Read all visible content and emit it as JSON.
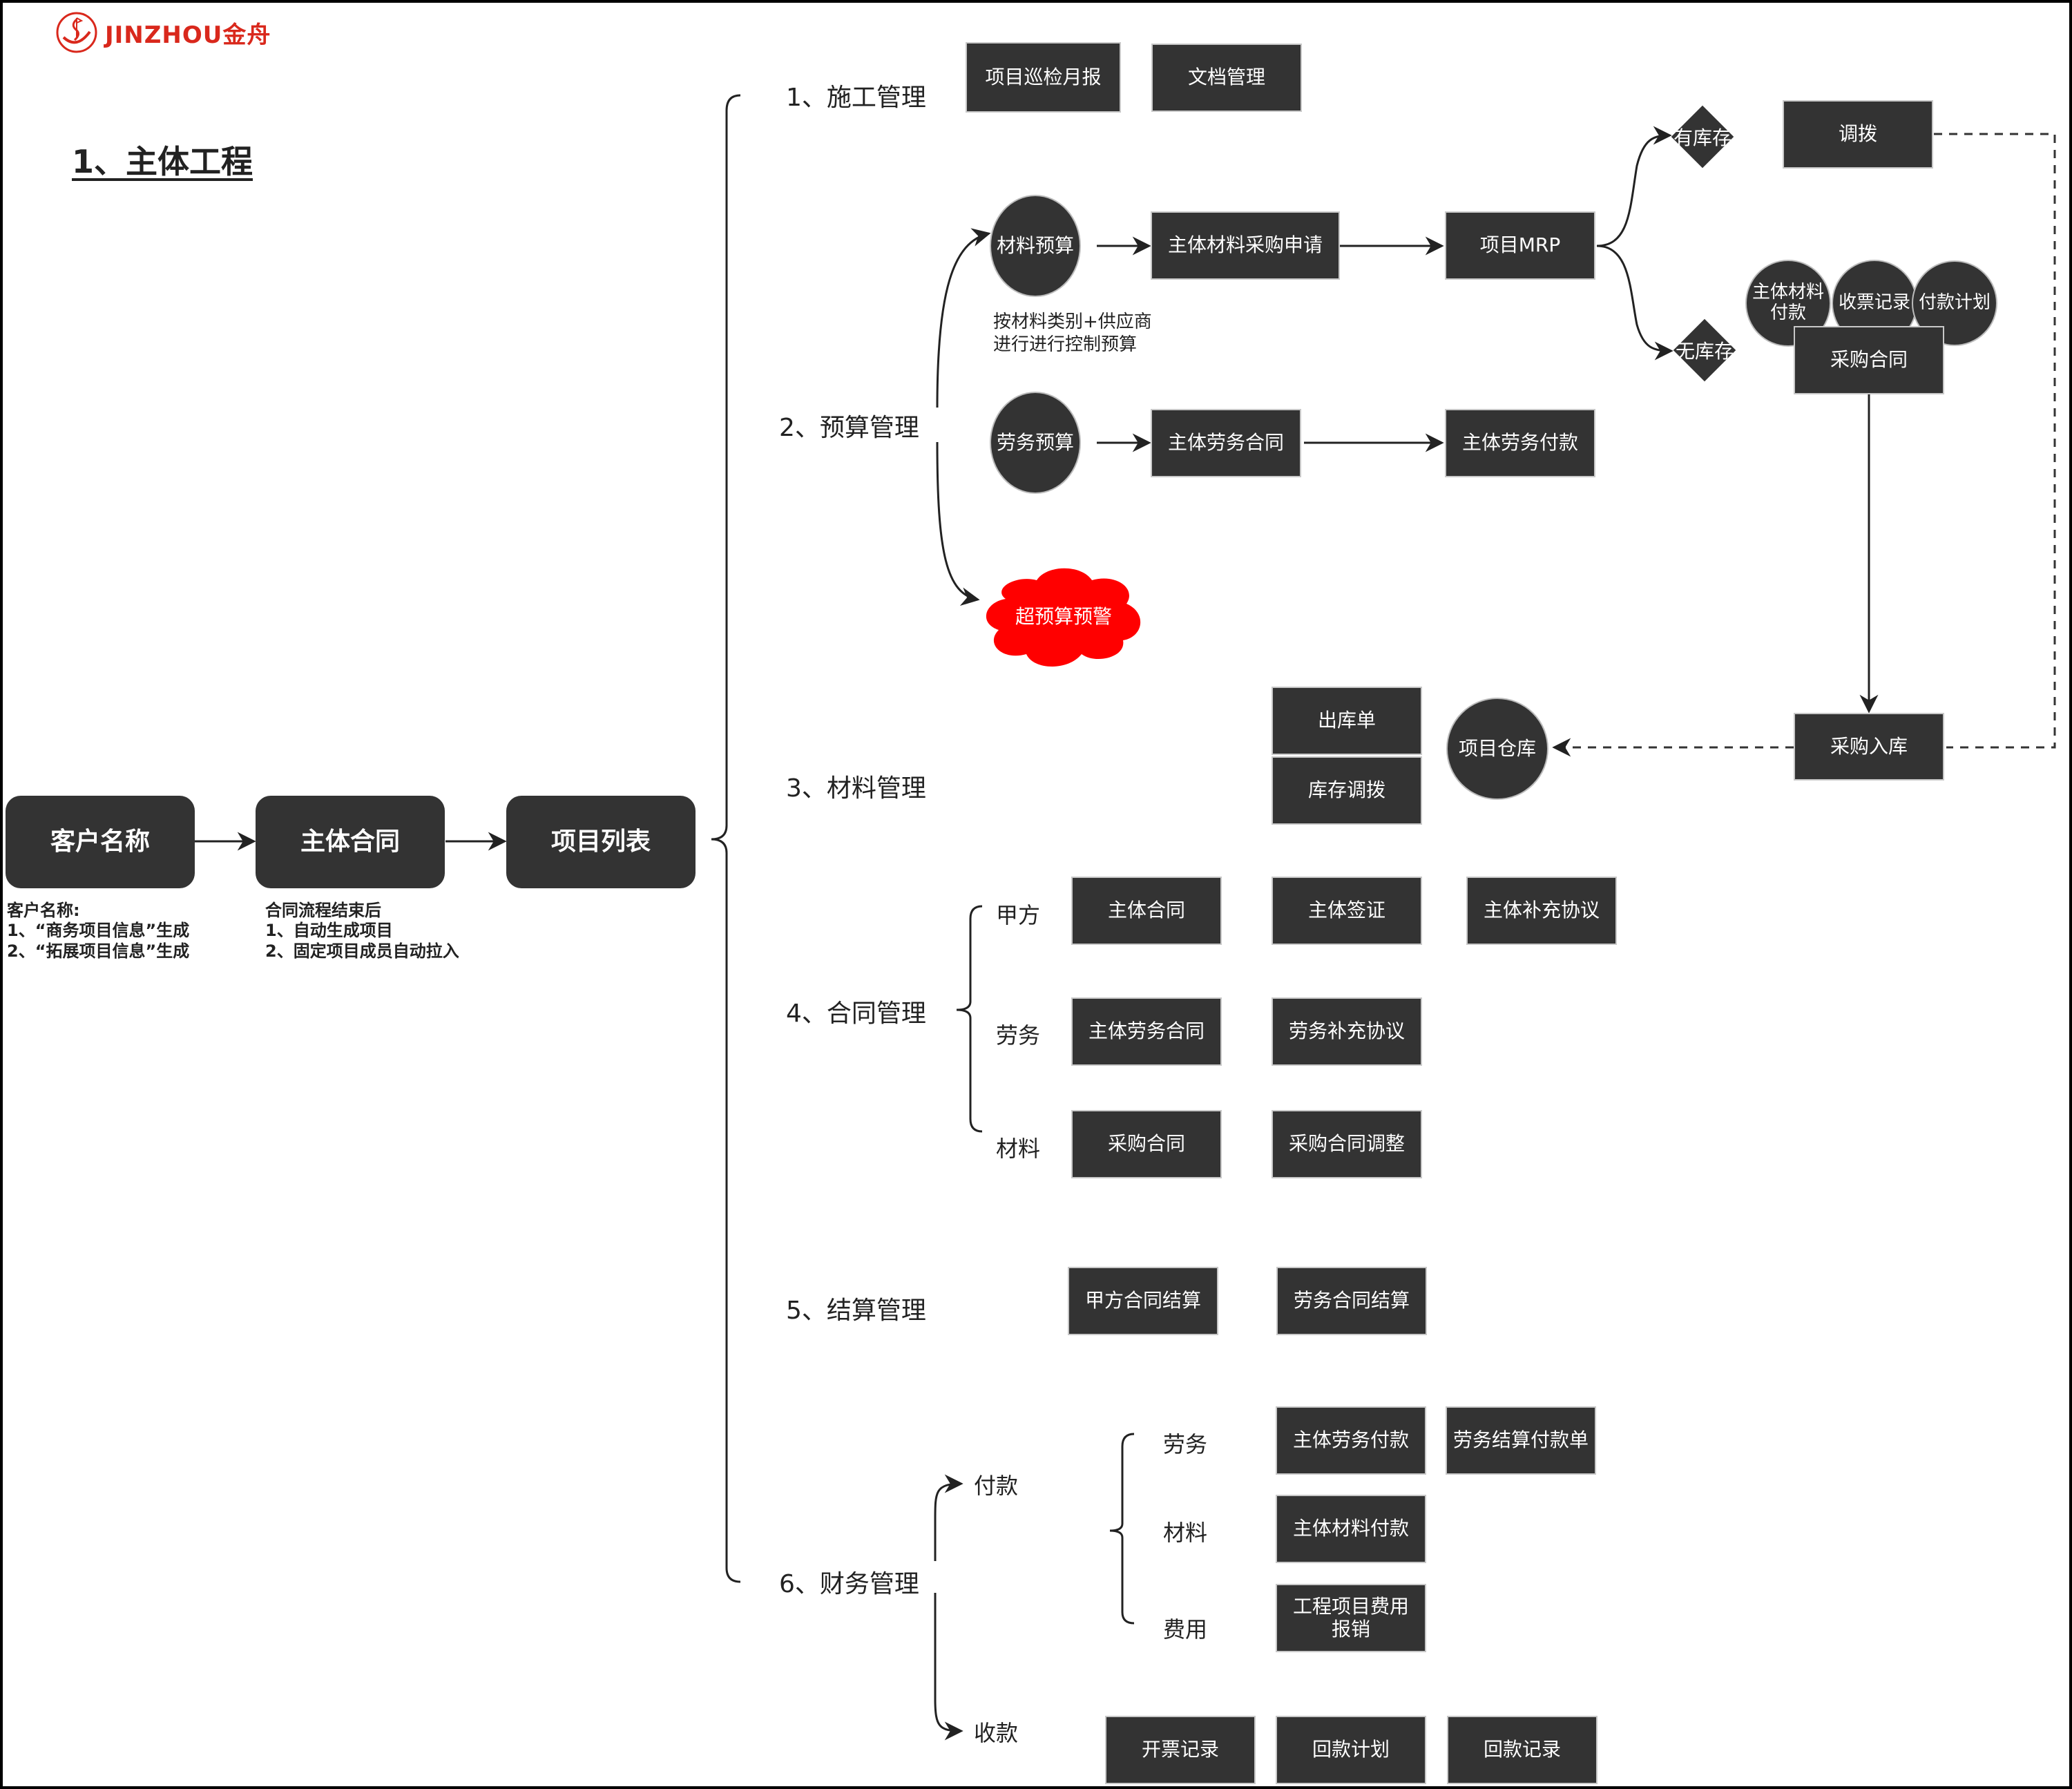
{
  "logo": {
    "brand": "JINZHOU",
    "brand_cn": "金舟",
    "color": "#d9281c"
  },
  "title": "1、主体工程",
  "flow_main": {
    "customer": "客户名称",
    "contract": "主体合同",
    "project_list": "项目列表",
    "customer_note": "客户名称:\n1、“商务项目信息”生成\n2、“拓展项目信息”生成",
    "contract_note": "合同流程结束后\n1、自动生成项目\n2、固定项目成员自动拉入"
  },
  "sections": {
    "construction": {
      "label": "1、施工管理",
      "items": [
        "项目巡检月报",
        "文档管理"
      ]
    },
    "budget": {
      "label": "2、预算管理",
      "material_budget": "材料预算",
      "material_note": "按材料类别+供应商\n进行进行控制预算",
      "material_purchase_request": "主体材料采购申请",
      "project_mrp": "项目MRP",
      "in_stock": "有库存",
      "out_of_stock": "无库存",
      "transfer": "调拨",
      "purchase_circles": [
        "主体材料付款",
        "收票记录",
        "付款计划"
      ],
      "purchase_contract": "采购合同",
      "labor_budget": "劳务预算",
      "labor_contract": "主体劳务合同",
      "labor_payment": "主体劳务付款",
      "over_budget_alert": "超预算预警",
      "alert_color": "#ff0000"
    },
    "material": {
      "label": "3、材料管理",
      "outbound": "出库单",
      "stock_transfer": "库存调拨",
      "warehouse": "项目仓库",
      "purchase_inbound": "采购入库"
    },
    "contract": {
      "label": "4、合同管理",
      "groups": [
        {
          "name": "甲方",
          "items": [
            "主体合同",
            "主体签证",
            "主体补充协议"
          ]
        },
        {
          "name": "劳务",
          "items": [
            "主体劳务合同",
            "劳务补充协议"
          ]
        },
        {
          "name": "材料",
          "items": [
            "采购合同",
            "采购合同调整"
          ]
        }
      ]
    },
    "settlement": {
      "label": "5、结算管理",
      "items": [
        "甲方合同结算",
        "劳务合同结算"
      ]
    },
    "finance": {
      "label": "6、财务管理",
      "payment": "付款",
      "receipt": "收款",
      "payment_groups": [
        {
          "name": "劳务",
          "items": [
            "主体劳务付款",
            "劳务结算付款单"
          ]
        },
        {
          "name": "材料",
          "items": [
            "主体材料付款"
          ]
        },
        {
          "name": "费用",
          "items": [
            "工程项目费用报销"
          ]
        }
      ],
      "receipt_items": [
        "开票记录",
        "回款计划",
        "回款记录"
      ]
    }
  }
}
